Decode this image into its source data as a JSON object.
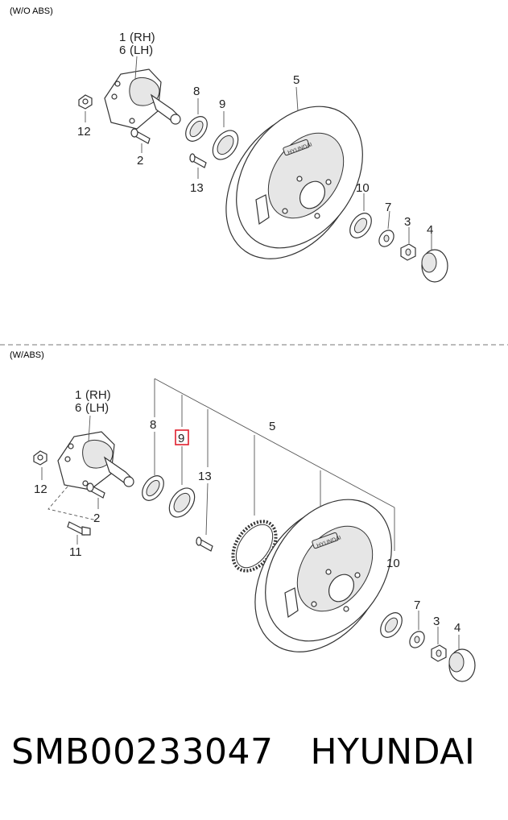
{
  "sections": {
    "top_label": "(W/O ABS)",
    "bottom_label": "(W/ABS)"
  },
  "labels": {
    "p1": "1",
    "rh": "(RH)",
    "p6": "6",
    "lh": "(LH)",
    "p2": "2",
    "p3": "3",
    "p4": "4",
    "p5": "5",
    "p7": "7",
    "p8": "8",
    "p9": "9",
    "p10": "10",
    "p11": "11",
    "p12": "12",
    "p13": "13"
  },
  "drum_badge": "HYUNDAI",
  "highlight": {
    "part": "9",
    "color": "#e0202e"
  },
  "footer": {
    "part_number": "SMB00233047",
    "brand": "HYUNDAI"
  }
}
